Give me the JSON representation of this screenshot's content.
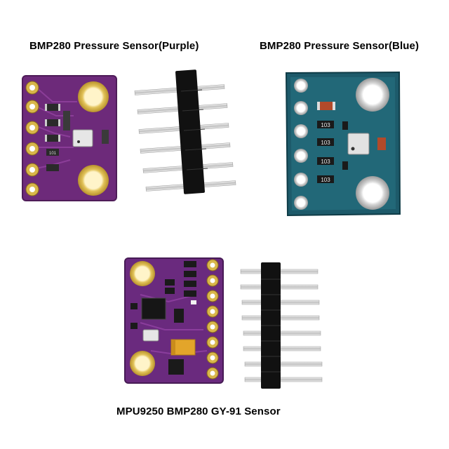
{
  "captions": {
    "purple": "BMP280 Pressure Sensor(Purple)",
    "blue": "BMP280 Pressure Sensor(Blue)",
    "gy91": "MPU9250 BMP280 GY-91 Sensor"
  },
  "blue_board_labels": {
    "r1": "103",
    "r2": "103",
    "r3": "103",
    "r4": "103"
  },
  "purple_board_labels": {
    "r1": "101"
  },
  "colors": {
    "purple_pcb": "#6d2a7a",
    "blue_pcb": "#1d5a6a",
    "gold_pad": "#d8b64a",
    "header_plastic": "#111111",
    "pin_metal": "#d9d9d9"
  }
}
